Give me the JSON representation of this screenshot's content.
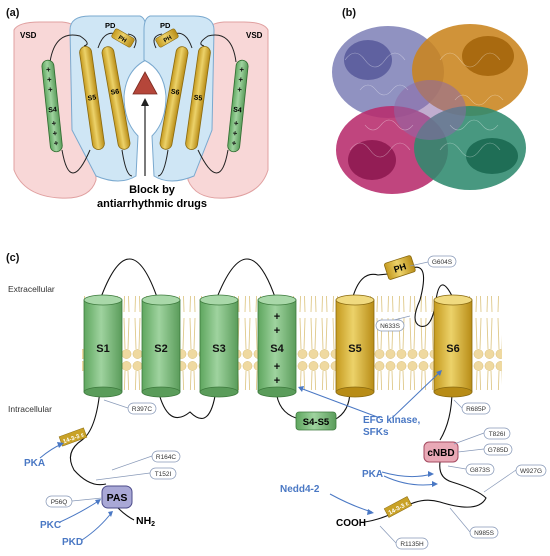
{
  "panels": {
    "a": "(a)",
    "b": "(b)",
    "c": "(c)"
  },
  "panel_a": {
    "vsd_left": "VSD",
    "vsd_right": "VSD",
    "pd_left": "PD",
    "pd_right": "PD",
    "ph_label": "PH",
    "s4": "S4",
    "s5": "S5",
    "s6": "S6",
    "block_line1": "Block by",
    "block_line2": "antiarrhythmic drugs"
  },
  "panel_c": {
    "extracellular": "Extracellular",
    "intracellular": "Intracellular",
    "segments": [
      "S1",
      "S2",
      "S3",
      "S4",
      "S5",
      "S6"
    ],
    "s4s5": "S4-S5",
    "ph": "PH",
    "cnbd": "cNBD",
    "pas": "PAS",
    "nh2": "NH",
    "nh2_sub": "2",
    "cooh": "COOH",
    "protein_1433": "14-3-3 ε",
    "regulators": {
      "pka_left": "PKA",
      "pkc": "PKC",
      "pkd": "PKD",
      "pka_right": "PKA",
      "nedd": "Nedd4-2",
      "efg_line1": "EFG kinase,",
      "efg_line2": "SFKs"
    },
    "mutations": {
      "G604S": "G604S",
      "N633S": "N633S",
      "R397C": "R397C",
      "R685P": "R685P",
      "R164C": "R164C",
      "T152I": "T152I",
      "P56Q": "P56Q",
      "T826I": "T826I",
      "G785D": "G785D",
      "G873S": "G873S",
      "W927G": "W927G",
      "N985S": "N985S",
      "R1135H": "R1135H"
    }
  },
  "colors": {
    "green": "#7cbf7c",
    "gold": "#d9b63a",
    "vsd_fill": "#f8d7d7",
    "pd_fill": "#cfe6f5",
    "regulator_blue": "#4a78c4",
    "lipid": "#efd9a0"
  }
}
